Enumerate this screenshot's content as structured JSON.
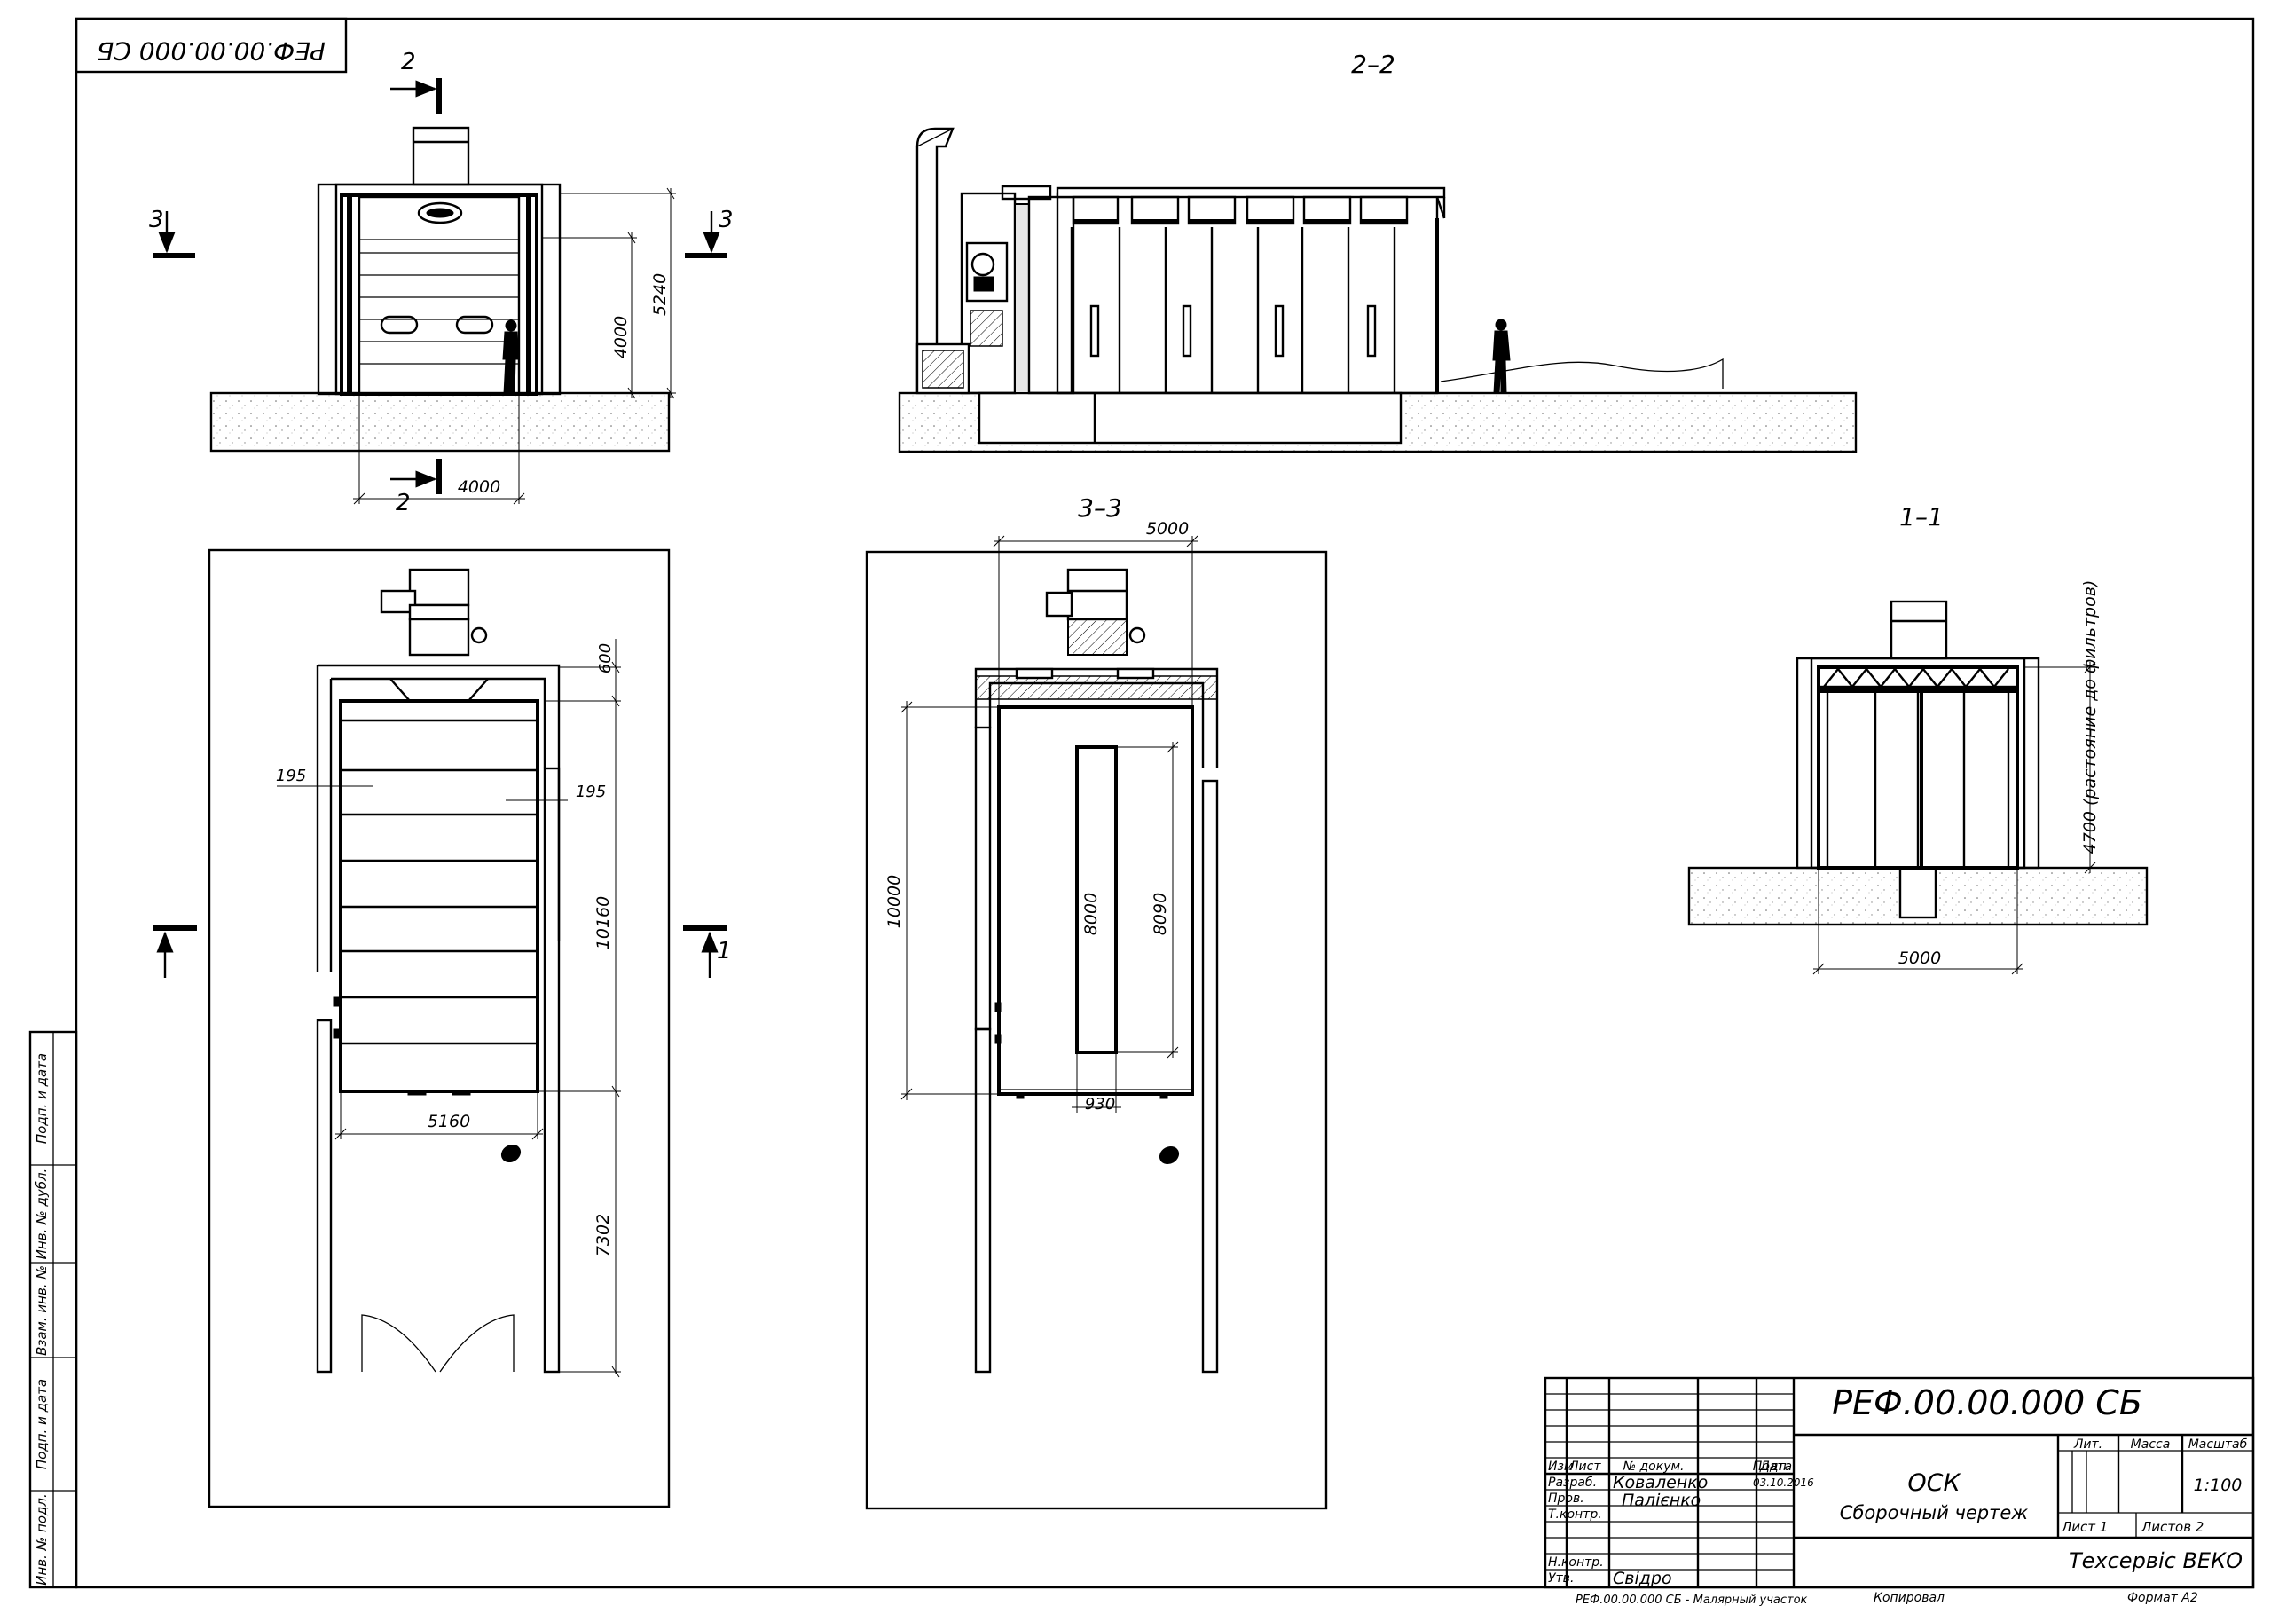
{
  "stamp_code": "РЕФ.00.00.000 СБ",
  "views": {
    "front": {
      "section_mark": "2",
      "side_mark": "3",
      "dim_height_total": "5240",
      "dim_height_door": "4000",
      "dim_width": "4000"
    },
    "side": {
      "title": "2–2"
    },
    "plan": {
      "dim_top": "600",
      "dim_side_left": "195",
      "dim_side_right": "195",
      "dim_length": "10160",
      "dim_width": "5160",
      "dim_prep": "7302",
      "section_mark": "1"
    },
    "section3": {
      "title": "3–3",
      "dim_width": "5000",
      "dim_length": "10000",
      "dim_grate_len": "8000",
      "dim_inner_len": "8090",
      "dim_grate_w": "930"
    },
    "section1": {
      "title": "1–1",
      "dim_height": "4700 (растояние до фильтров)",
      "dim_width": "5000"
    }
  },
  "side_stamp": [
    "Подп. и дата",
    "Инв. № дубл.",
    "Взам. инв. №",
    "Подп. и дата",
    "Инв. № подл."
  ],
  "title_block": {
    "code": "РЕФ.00.00.000 СБ",
    "headers": {
      "izm": "Изм",
      "list": "Лист",
      "doc": "№ докум.",
      "podp": "Подп.",
      "date": "Дата"
    },
    "roles": [
      "Разраб.",
      "Пров.",
      "Т.контр.",
      "",
      "Н.контр.",
      "Утв."
    ],
    "names": [
      "Коваленко",
      "Палієнко",
      "",
      "",
      "",
      "Свідро"
    ],
    "date_value": "03.10.2016",
    "name": "ОСК",
    "doc_type": "Сборочный чертеж",
    "lit": "Лит.",
    "mass": "Масса",
    "scale_label": "Масштаб",
    "scale": "1:100",
    "sheet": "Лист 1",
    "sheets": "Листов 2",
    "company": "Техсервіс ВЕКО"
  },
  "footer": {
    "file": "РЕФ.00.00.000 СБ - Малярный участок",
    "copied": "Копировал",
    "format": "Формат А2"
  }
}
